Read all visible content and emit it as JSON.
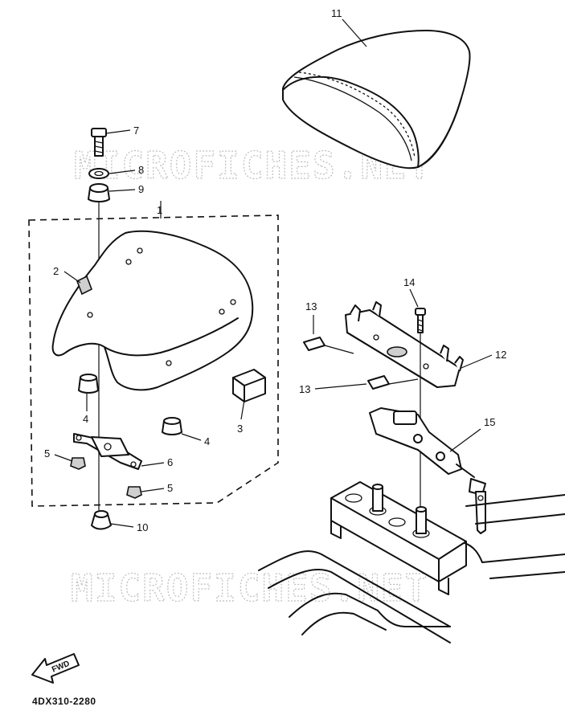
{
  "watermark": "MICROFICHES.NET",
  "part_code": "4DX310-2280",
  "fwd_label": "FWD",
  "callouts": [
    {
      "id": "c1",
      "label": "1"
    },
    {
      "id": "c2",
      "label": "2"
    },
    {
      "id": "c3",
      "label": "3"
    },
    {
      "id": "c4a",
      "label": "4"
    },
    {
      "id": "c4b",
      "label": "4"
    },
    {
      "id": "c5a",
      "label": "5"
    },
    {
      "id": "c5b",
      "label": "5"
    },
    {
      "id": "c6",
      "label": "6"
    },
    {
      "id": "c7",
      "label": "7"
    },
    {
      "id": "c8",
      "label": "8"
    },
    {
      "id": "c9",
      "label": "9"
    },
    {
      "id": "c10",
      "label": "10"
    },
    {
      "id": "c11",
      "label": "11"
    },
    {
      "id": "c12",
      "label": "12"
    },
    {
      "id": "c13a",
      "label": "13"
    },
    {
      "id": "c13b",
      "label": "13"
    },
    {
      "id": "c14",
      "label": "14"
    },
    {
      "id": "c15",
      "label": "15"
    }
  ]
}
